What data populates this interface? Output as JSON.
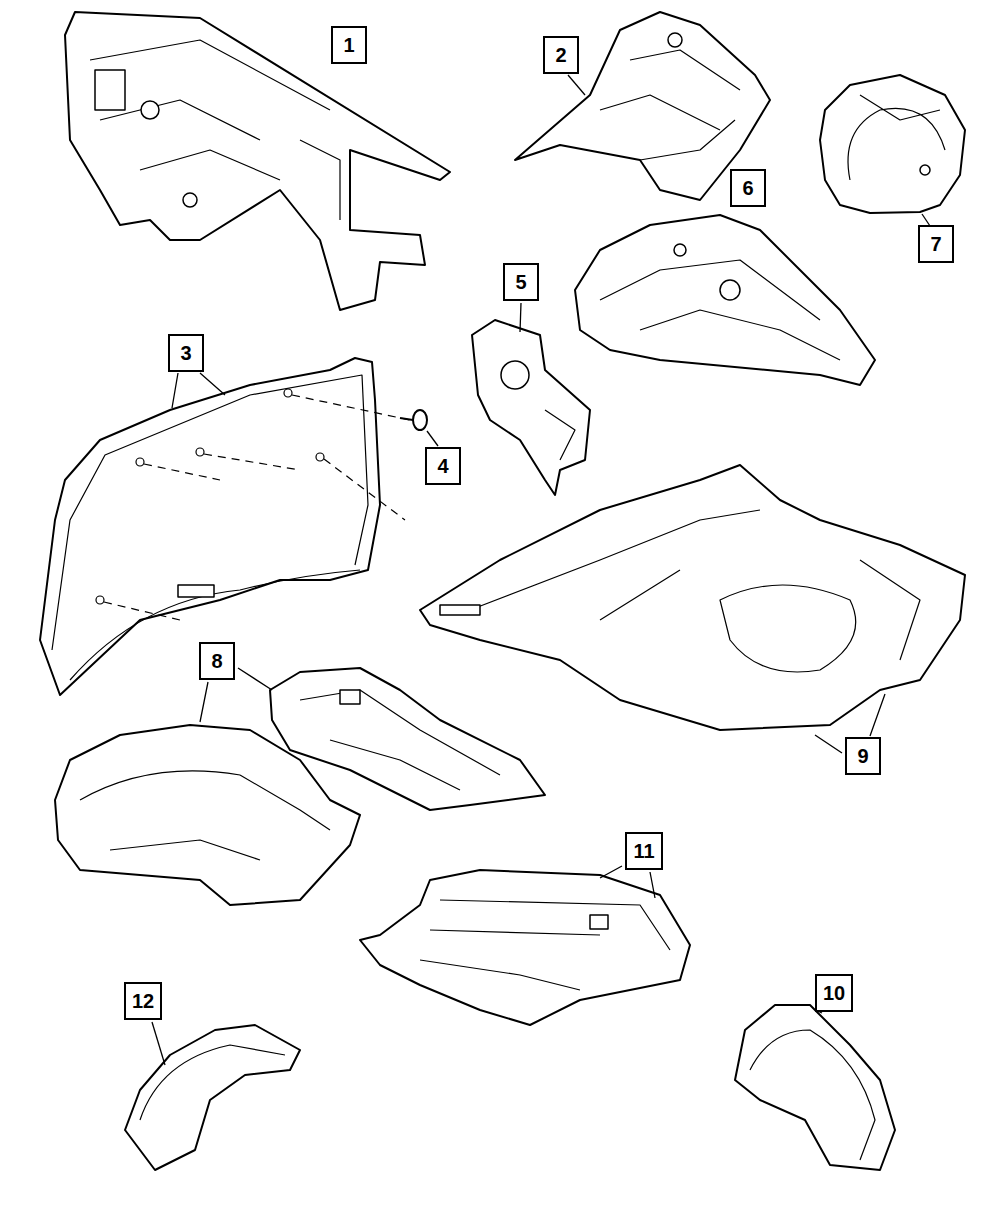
{
  "diagram": {
    "labels": [
      "1",
      "2",
      "7",
      "6",
      "5",
      "3",
      "4",
      "8",
      "9",
      "11",
      "12",
      "10"
    ]
  }
}
